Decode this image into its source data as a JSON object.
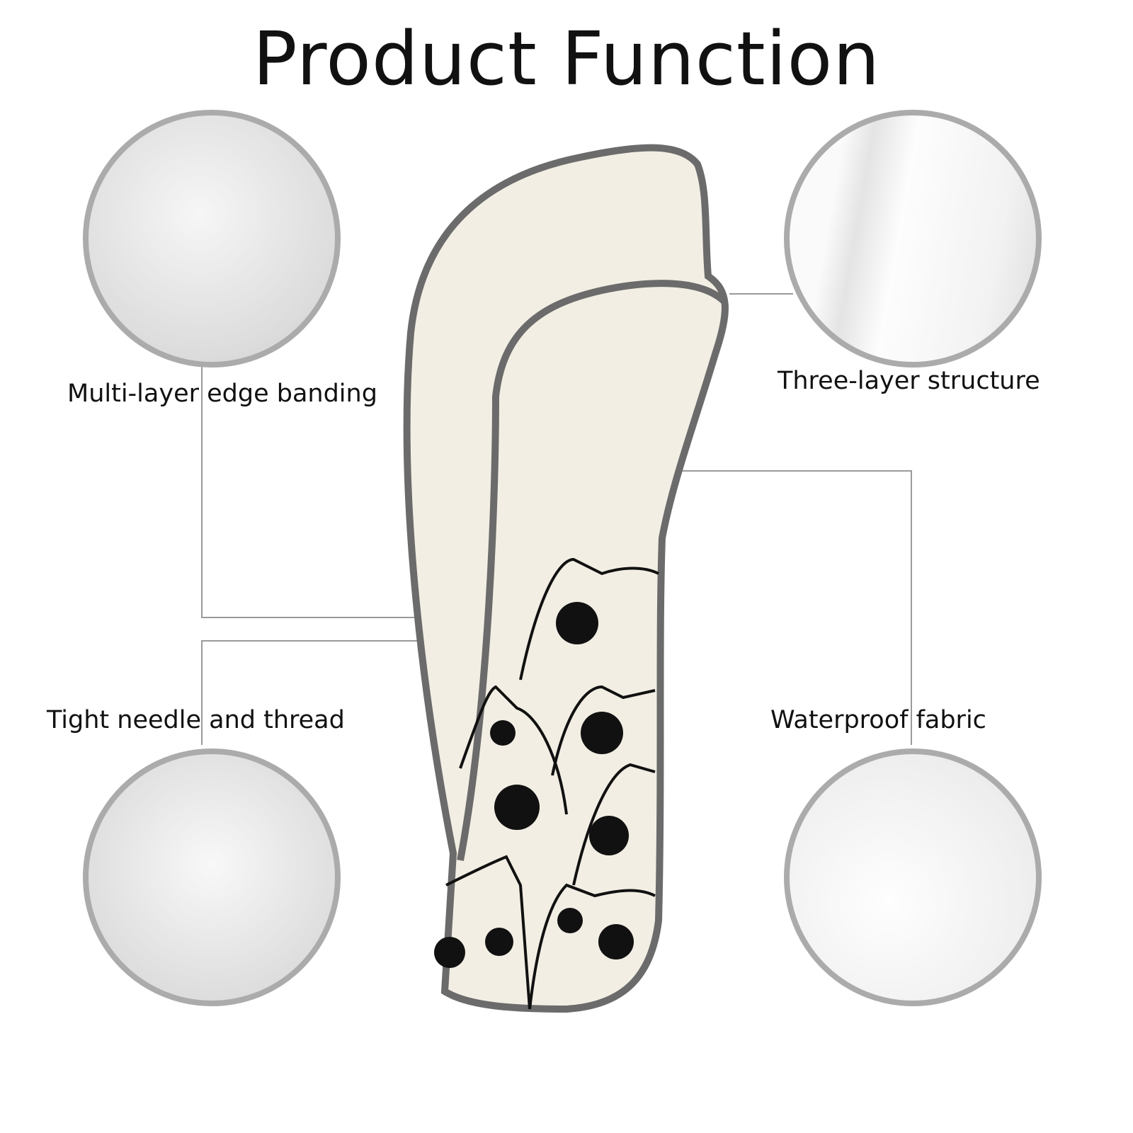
{
  "title": "Product Function",
  "features": [
    {
      "label": "Multi-layer edge banding"
    },
    {
      "label": "Three-layer structure"
    },
    {
      "label": "Tight needle and thread"
    },
    {
      "label": "Waterproof fabric"
    }
  ],
  "colors": {
    "circle_border": "#ababab",
    "leader_line": "#9a9a9a",
    "fabric": "#f3eee4",
    "piping": "#6b6b6b"
  }
}
